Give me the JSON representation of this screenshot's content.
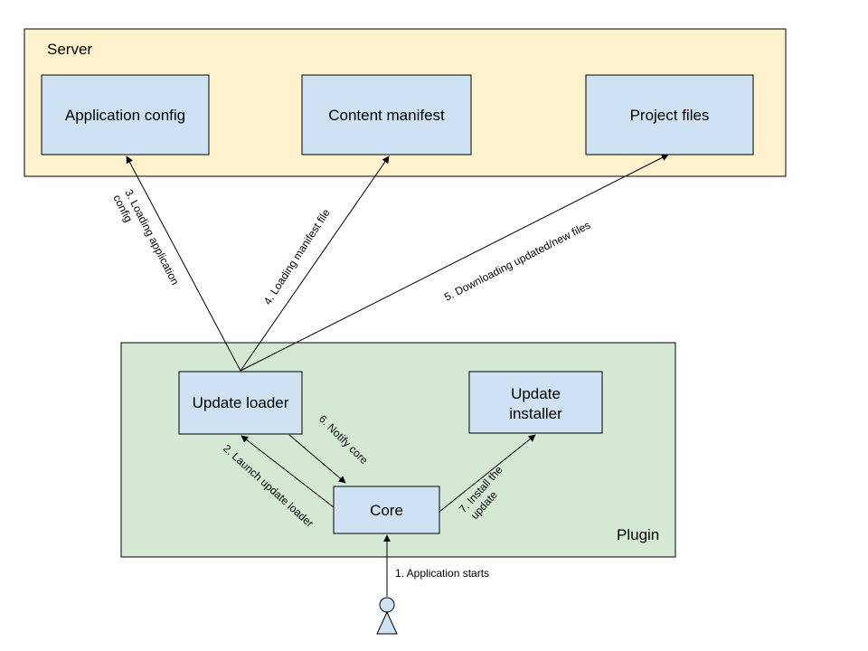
{
  "colors": {
    "server_fill": "#fff2cc",
    "plugin_fill": "#d5e8d4",
    "box_fill": "#cfe2f3",
    "stroke": "#000000"
  },
  "server": {
    "label": "Server"
  },
  "plugin": {
    "label": "Plugin"
  },
  "boxes": {
    "application_config": "Application config",
    "content_manifest": "Content manifest",
    "project_files": "Project files",
    "update_loader": "Update loader",
    "update_installer_line1": "Update",
    "update_installer_line2": "installer",
    "core": "Core"
  },
  "edges": {
    "e1": "1. Application starts",
    "e2": "2. Launch update loader",
    "e3_line1": "3. Loading application",
    "e3_line2": "config",
    "e4": "4. Loading manifest file",
    "e5": "5. Downloading updated/new files",
    "e6": "6. Notify core",
    "e7_line1": "7. Install the",
    "e7_line2": "update"
  },
  "actor": {
    "icon": "person-icon"
  }
}
